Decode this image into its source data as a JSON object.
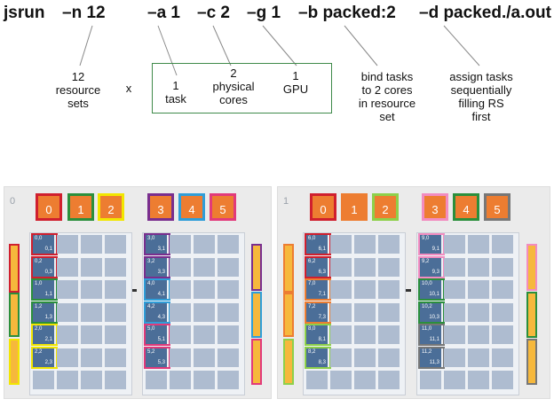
{
  "command": {
    "tokens": [
      "jsrun",
      "–n 12",
      "–a 1",
      "–c 2",
      "–g 1",
      "–b packed:2",
      "–d packed",
      "./a.out"
    ]
  },
  "annotations": {
    "n": "12\nresource\nsets",
    "times": "x",
    "a": "1\ntask",
    "c": "2\nphysical\ncores",
    "g": "1\nGPU",
    "b": "bind tasks\nto 2 cores\nin resource\nset",
    "d": "assign tasks\nsequentially\nfilling RS\nfirst"
  },
  "nodes": [
    {
      "number": "0",
      "gpus_left": [
        "0",
        "1",
        "2"
      ],
      "gpus_right": [
        "3",
        "4",
        "5"
      ],
      "tasks_left": [
        [
          "0,0",
          "0,1"
        ],
        [
          "0,2",
          "0,3"
        ],
        [
          "1,0",
          "1,1"
        ],
        [
          "1,2",
          "1,3"
        ],
        [
          "2,0",
          "2,1"
        ],
        [
          "2,2",
          "2,3"
        ]
      ],
      "tasks_right": [
        [
          "3,0",
          "3,1"
        ],
        [
          "3,2",
          "3,3"
        ],
        [
          "4,0",
          "4,1"
        ],
        [
          "4,2",
          "4,3"
        ],
        [
          "5,0",
          "5,1"
        ],
        [
          "5,2",
          "5,3"
        ]
      ]
    },
    {
      "number": "1",
      "gpus_left": [
        "0",
        "1",
        "2"
      ],
      "gpus_right": [
        "3",
        "4",
        "5"
      ],
      "tasks_left": [
        [
          "6,0",
          "6,1"
        ],
        [
          "6,2",
          "6,3"
        ],
        [
          "7,0",
          "7,1"
        ],
        [
          "7,2",
          "7,3"
        ],
        [
          "8,0",
          "8,1"
        ],
        [
          "8,2",
          "8,3"
        ]
      ],
      "tasks_right": [
        [
          "9,0",
          "9,1"
        ],
        [
          "9,2",
          "9,3"
        ],
        [
          "10,0",
          "10,1"
        ],
        [
          "10,2",
          "10,3"
        ],
        [
          "11,0",
          "11,1"
        ],
        [
          "11,2",
          "11,3"
        ]
      ]
    }
  ],
  "colors": {
    "gpu_fill": "#ed7d31",
    "core_idle": "#aebcd0",
    "core_active": "#4b6e98",
    "node0_left_rs": [
      "#d01f2e",
      "#d01f2e",
      "#2b8f3c",
      "#2b8f3c",
      "#f2e600",
      "#f2e600"
    ],
    "node0_right_rs": [
      "#7a2e8e",
      "#7a2e8e",
      "#2f9ed8",
      "#2f9ed8",
      "#e23a7a",
      "#e23a7a"
    ],
    "node1_left_rs": [
      "#d01f2e",
      "#d01f2e",
      "#ed7d31",
      "#ed7d31",
      "#8ed04a",
      "#8ed04a"
    ],
    "node1_right_rs": [
      "#f28cc0",
      "#f28cc0",
      "#2b8f3c",
      "#2b8f3c",
      "#777777",
      "#777777"
    ]
  }
}
